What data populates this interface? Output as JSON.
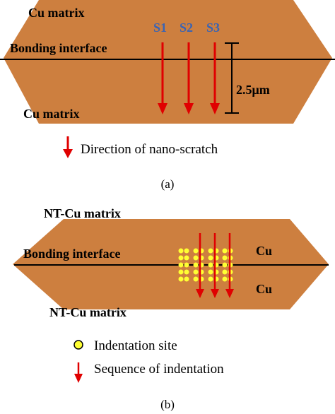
{
  "panel_a": {
    "label_top": "Cu matrix",
    "label_interface": "Bonding interface",
    "label_bottom": "Cu matrix",
    "scratch_labels": [
      "S1",
      "S2",
      "S3"
    ],
    "dimension": "2.5μm",
    "legend_arrow_text": "Direction of nano-scratch",
    "caption": "(a)"
  },
  "panel_b": {
    "label_top": "NT-Cu matrix",
    "label_interface": "Bonding interface",
    "label_right_upper": "Cu",
    "label_right_lower": "Cu",
    "label_bottom": "NT-Cu matrix",
    "legend_dot_text": "Indentation site",
    "legend_arrow_text": "Sequence of indentation",
    "caption": "(b)"
  },
  "colors": {
    "copper": "#cd7f3f",
    "arrow": "#e00000",
    "scratch_label": "#3a64b4",
    "dot": "#ffff33",
    "line": "#000000"
  }
}
